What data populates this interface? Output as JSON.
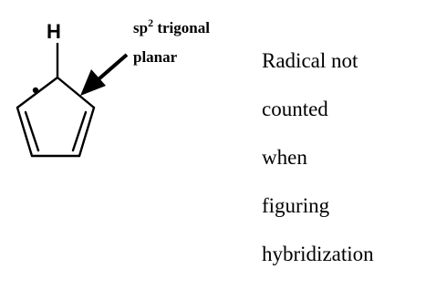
{
  "molecule": {
    "atom_label": "H",
    "radical_symbol": "·"
  },
  "annotation": {
    "label_prefix": "sp",
    "label_superscript": "2",
    "label_suffix": " trigonal",
    "label_line2": "planar"
  },
  "note": {
    "lines": [
      "Radical not",
      "counted",
      "when",
      "figuring",
      "hybridization"
    ]
  },
  "colors": {
    "ink": "#000000",
    "background": "#ffffff"
  }
}
